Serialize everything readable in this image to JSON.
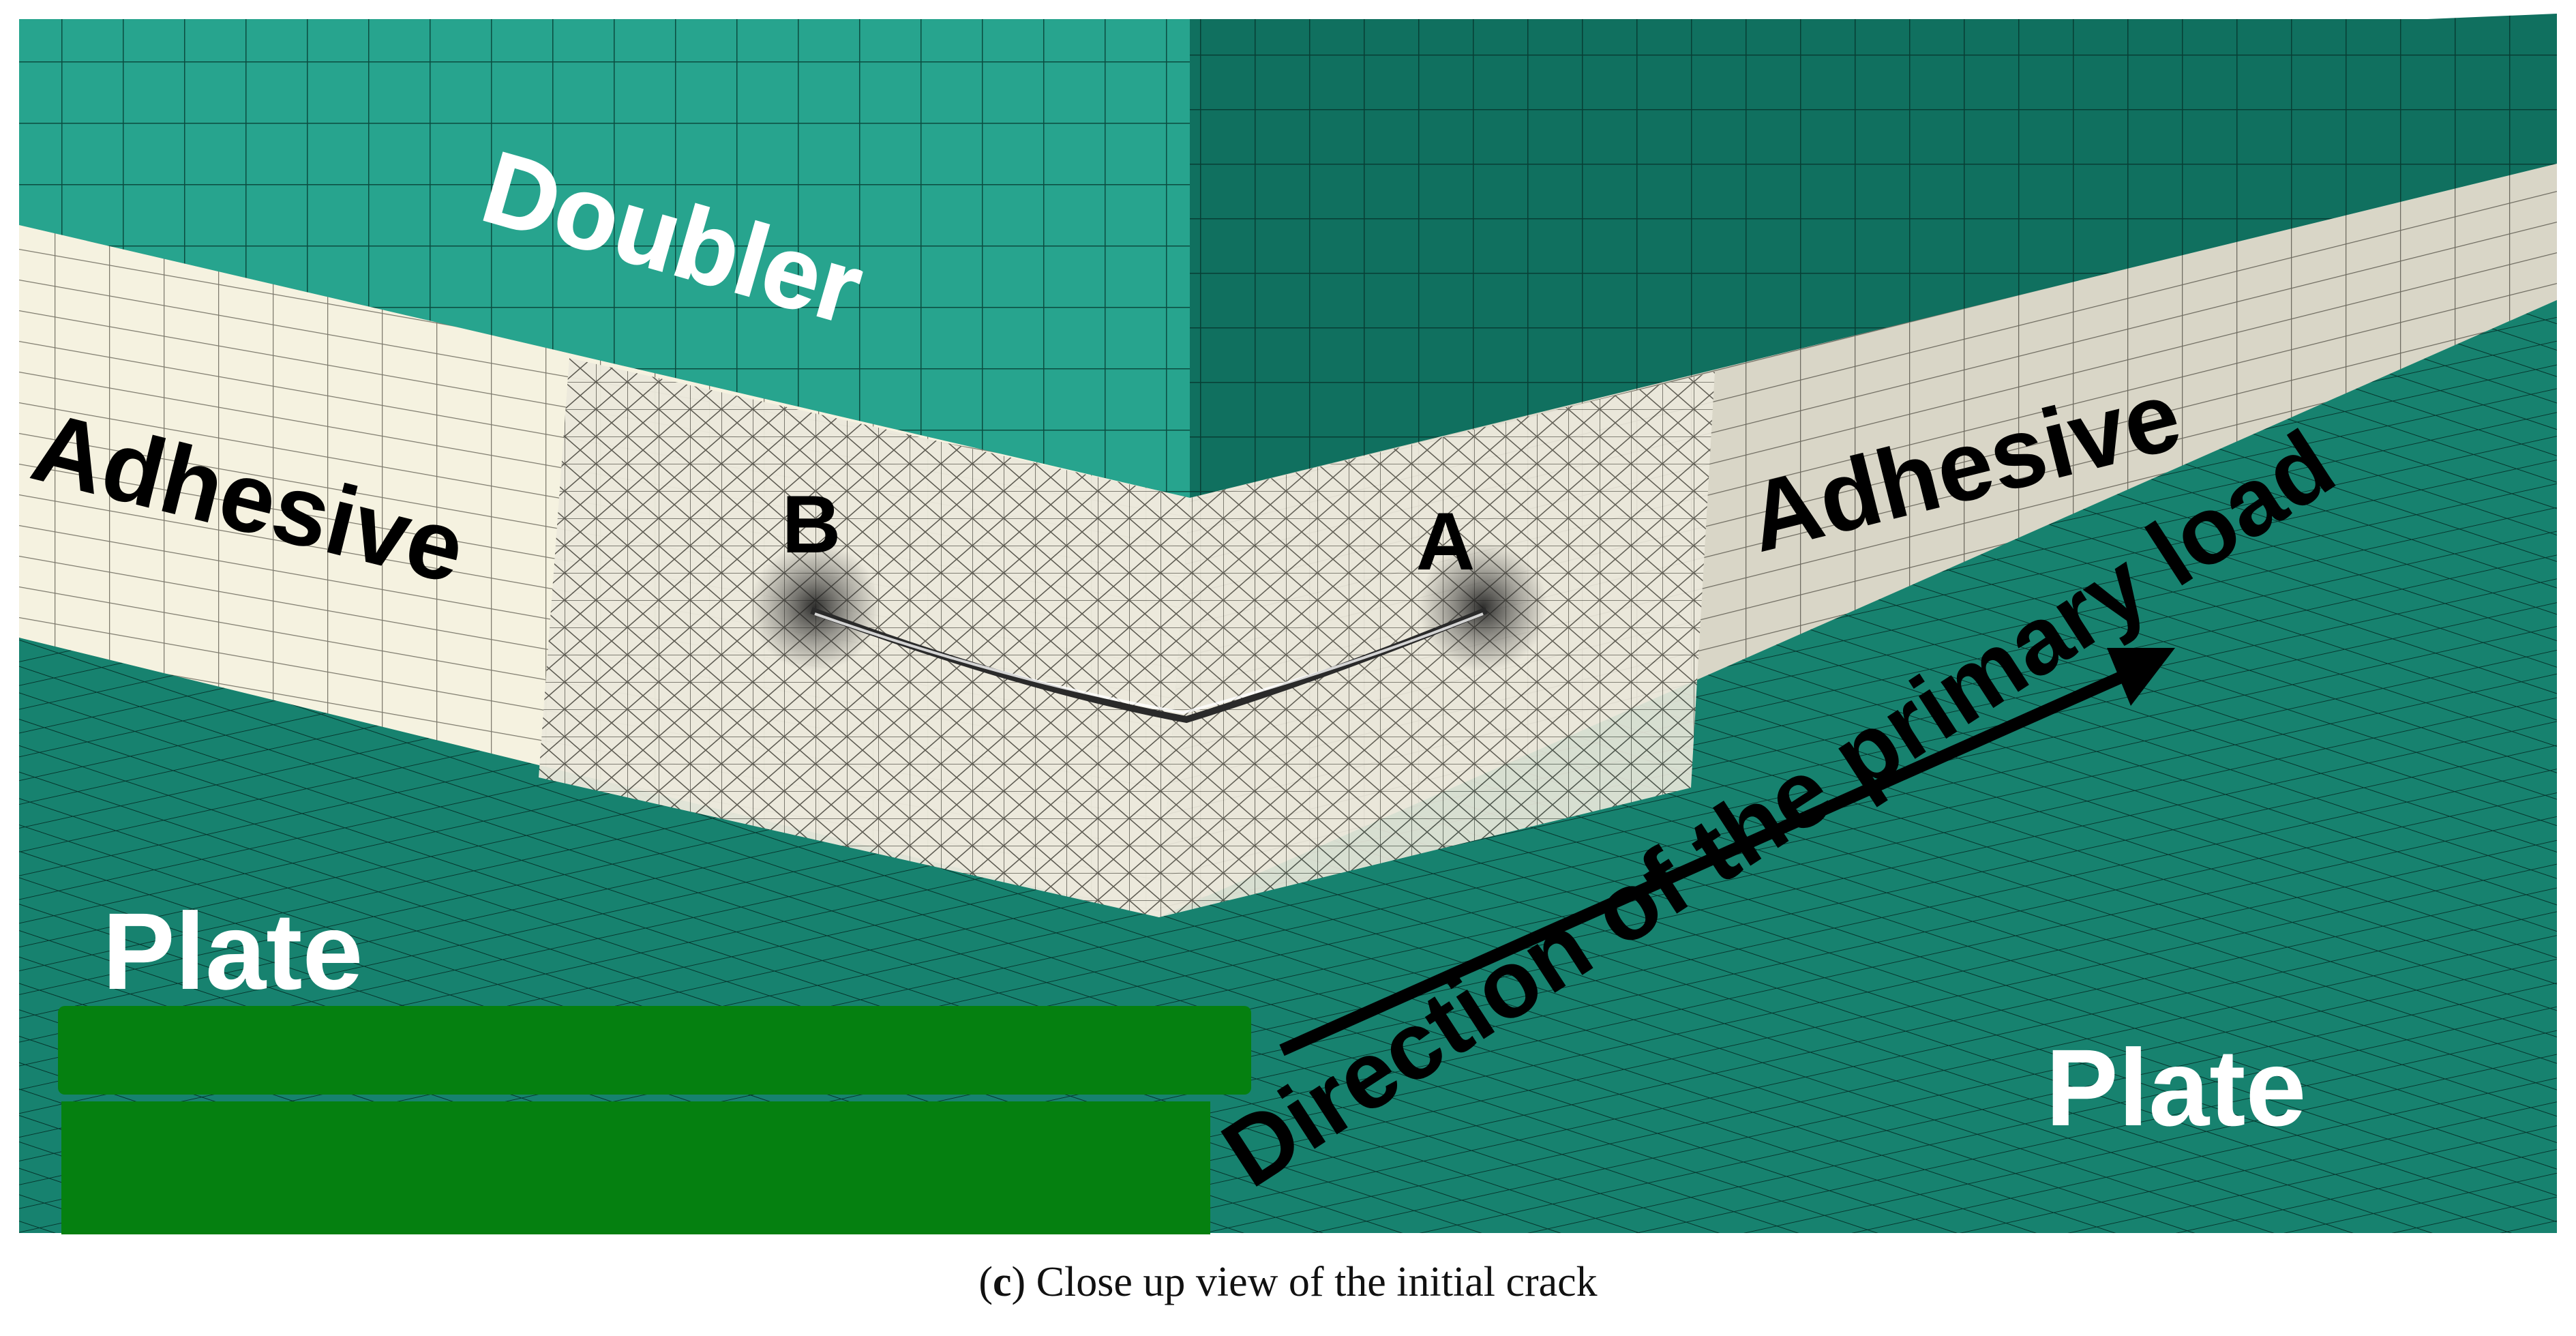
{
  "labels": {
    "doubler": "Doubler",
    "adhesive_left": "Adhesive",
    "adhesive_right": "Adhesive",
    "point_b": "B",
    "point_a": "A",
    "plate_left": "Plate",
    "plate_right": "Plate",
    "load_direction": "Direction of the primary load"
  },
  "caption": {
    "letter": "c",
    "text": "Close up view of the initial crack"
  },
  "colors": {
    "plate": "#17826f",
    "doubler_left": "#27a48e",
    "doubler_right": "#10705f",
    "adhesive_left": "#f5f2e0",
    "adhesive_right": "#d9d6c7",
    "mask": "#058010",
    "arrow": "#000000"
  }
}
